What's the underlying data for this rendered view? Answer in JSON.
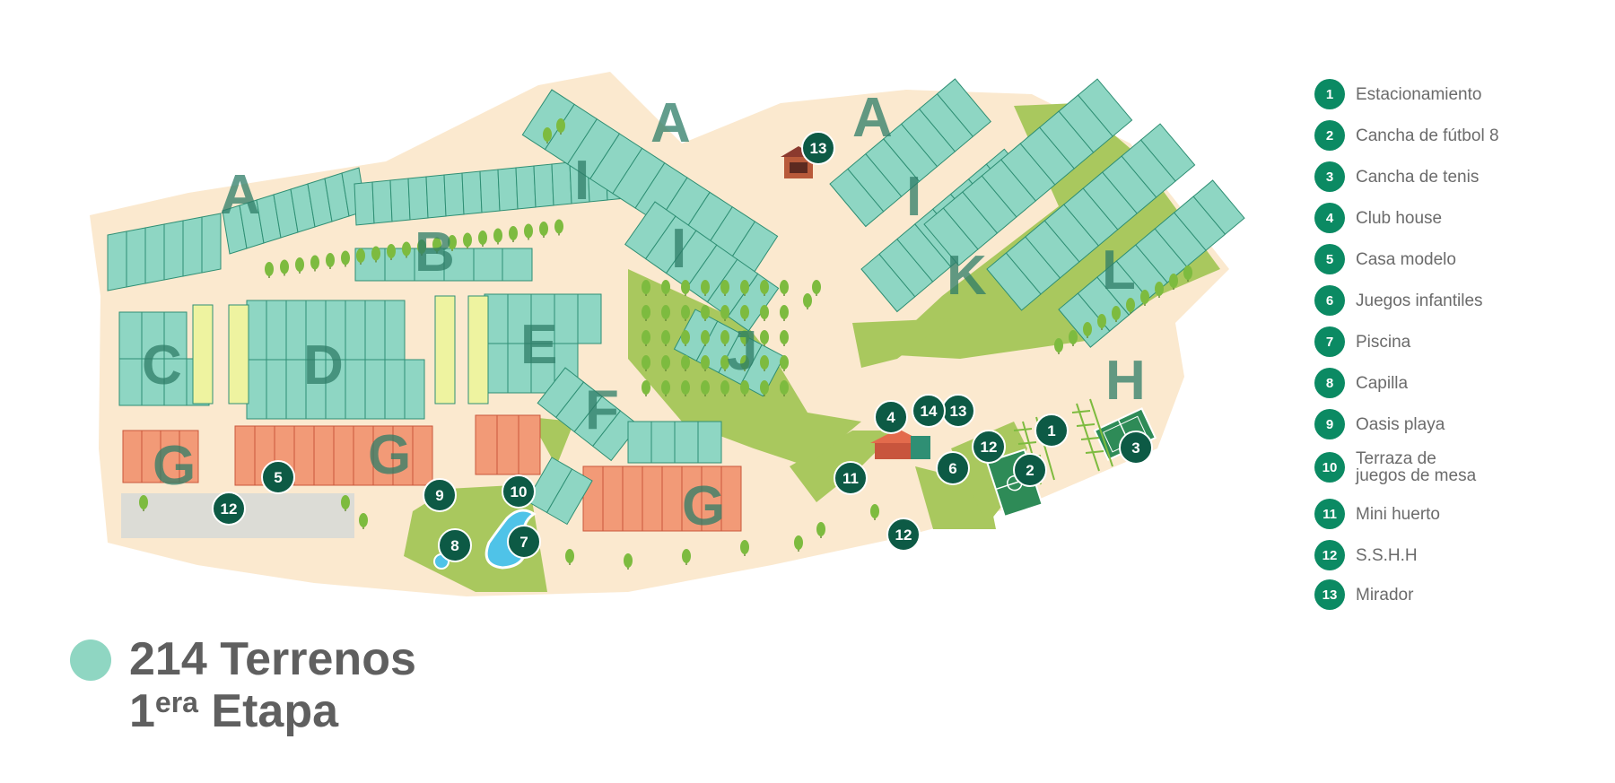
{
  "colors": {
    "lot_green": "#8ed6c3",
    "lot_green_stroke": "#2f8f74",
    "lot_yellow": "#eef3a0",
    "lot_orange": "#f29a77",
    "marker_dark": "#0d5a45",
    "legend_accent": "#0b8a63",
    "land": "#fbe9cf",
    "grass": "#9fc257",
    "tree": "#7dbb3f"
  },
  "blocks": [
    {
      "letter": "A"
    },
    {
      "letter": "A"
    },
    {
      "letter": "A"
    },
    {
      "letter": "B"
    },
    {
      "letter": "C"
    },
    {
      "letter": "D"
    },
    {
      "letter": "E"
    },
    {
      "letter": "F"
    },
    {
      "letter": "G"
    },
    {
      "letter": "G"
    },
    {
      "letter": "G"
    },
    {
      "letter": "H"
    },
    {
      "letter": "I"
    },
    {
      "letter": "I"
    },
    {
      "letter": "I"
    },
    {
      "letter": "J"
    },
    {
      "letter": "K"
    },
    {
      "letter": "L"
    }
  ],
  "markers": [
    "1",
    "2",
    "3",
    "4",
    "5",
    "6",
    "7",
    "8",
    "9",
    "10",
    "11",
    "12",
    "12",
    "12",
    "13",
    "13",
    "14"
  ],
  "legend": [
    {
      "num": "1",
      "label": "Estacionamiento"
    },
    {
      "num": "2",
      "label": "Cancha de fútbol 8"
    },
    {
      "num": "3",
      "label": "Cancha de tenis"
    },
    {
      "num": "4",
      "label": "Club house"
    },
    {
      "num": "5",
      "label": "Casa modelo"
    },
    {
      "num": "6",
      "label": "Juegos infantiles"
    },
    {
      "num": "7",
      "label": "Piscina"
    },
    {
      "num": "8",
      "label": "Capilla"
    },
    {
      "num": "9",
      "label": "Oasis playa"
    },
    {
      "num": "10",
      "label": "Terraza de\njuegos de mesa"
    },
    {
      "num": "11",
      "label": "Mini huerto"
    },
    {
      "num": "12",
      "label": "S.S.H.H"
    },
    {
      "num": "13",
      "label": "Mirador"
    }
  ],
  "summary": {
    "count_text": "214 Terrenos",
    "stage_prefix": "1",
    "stage_superscript": "era",
    "stage_text": " Etapa"
  }
}
